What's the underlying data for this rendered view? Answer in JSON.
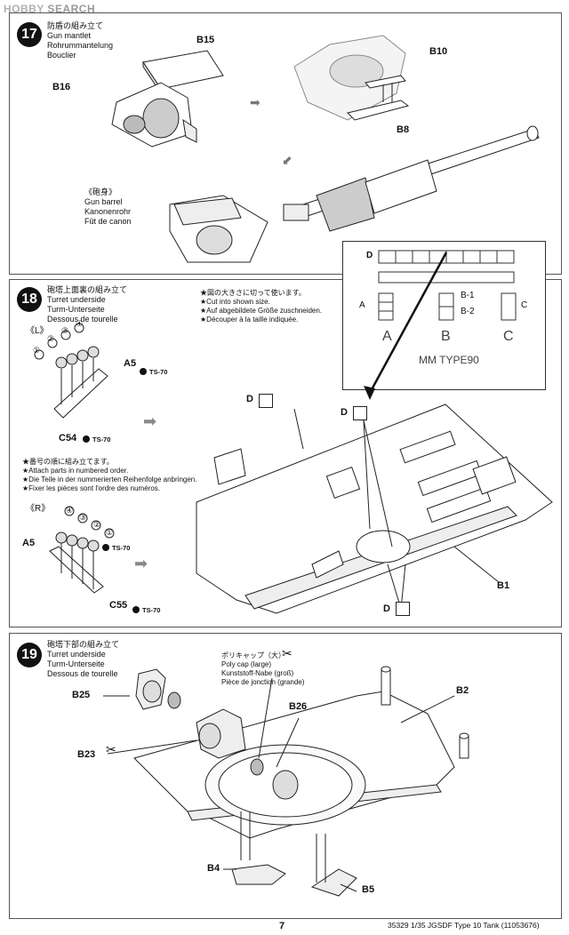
{
  "watermark": {
    "part1": "HOBBY",
    "part2": " SEARCH"
  },
  "step17": {
    "number": "17",
    "title_jp": "防盾の組み立て",
    "title_en": "Gun mantlet",
    "title_de": "Rohrummantelung",
    "title_fr": "Bouclier",
    "labels": {
      "b15": "B15",
      "b16": "B16",
      "b10": "B10",
      "b8": "B8"
    },
    "barrel_jp": "《砲身》",
    "barrel_en": "Gun barrel",
    "barrel_de": "Kanonenrohr",
    "barrel_fr": "Fût de canon"
  },
  "step18": {
    "number": "18",
    "title_jp": "砲塔上面裏の組み立て",
    "title_en": "Turret underside",
    "title_de": "Turm-Unterseite",
    "title_fr": "Dessous de tourelle",
    "note_cut": [
      "★図の大きさに切って使います。",
      "★Cut into shown size.",
      "★Auf abgebildete Größe zuschneiden.",
      "★Découper à la taille indiquée."
    ],
    "left_tag": "《L》",
    "right_tag": "《R》",
    "nums": [
      "①",
      "②",
      "③",
      "④"
    ],
    "labels": {
      "a5": "A5",
      "c54": "C54",
      "c55": "C55",
      "b1": "B1",
      "d": "D"
    },
    "paint": "TS-70",
    "note_order": [
      "★番号の順に組み立てます。",
      "★Attach parts in numbered order.",
      "★Die Teile in der nummerierten Reihenfolge anbringen.",
      "★Fixer les pièces sont l'ordre des numéros."
    ],
    "decal": {
      "d": "D",
      "a": "A",
      "b": "B",
      "c": "C",
      "b1": "B-1",
      "b2": "B-2",
      "c_label": "C",
      "a_label": "A",
      "caption": "MM TYPE90"
    }
  },
  "step19": {
    "number": "19",
    "title_jp": "砲塔下部の組み立て",
    "title_en": "Turret underside",
    "title_de": "Turm-Unterseite",
    "title_fr": "Dessous de tourelle",
    "polycap": [
      "ポリキャップ（大）",
      "Poly cap (large)",
      "Kunststoff-Nabe (groß)",
      "Pièce de jonction (grande)"
    ],
    "labels": {
      "b25": "B25",
      "b26": "B26",
      "b2": "B2",
      "b23": "B23",
      "b4": "B4",
      "b5": "B5"
    }
  },
  "footer": {
    "page": "7",
    "info": "35329  1/35 JGSDF Type 10 Tank (11053676)"
  }
}
